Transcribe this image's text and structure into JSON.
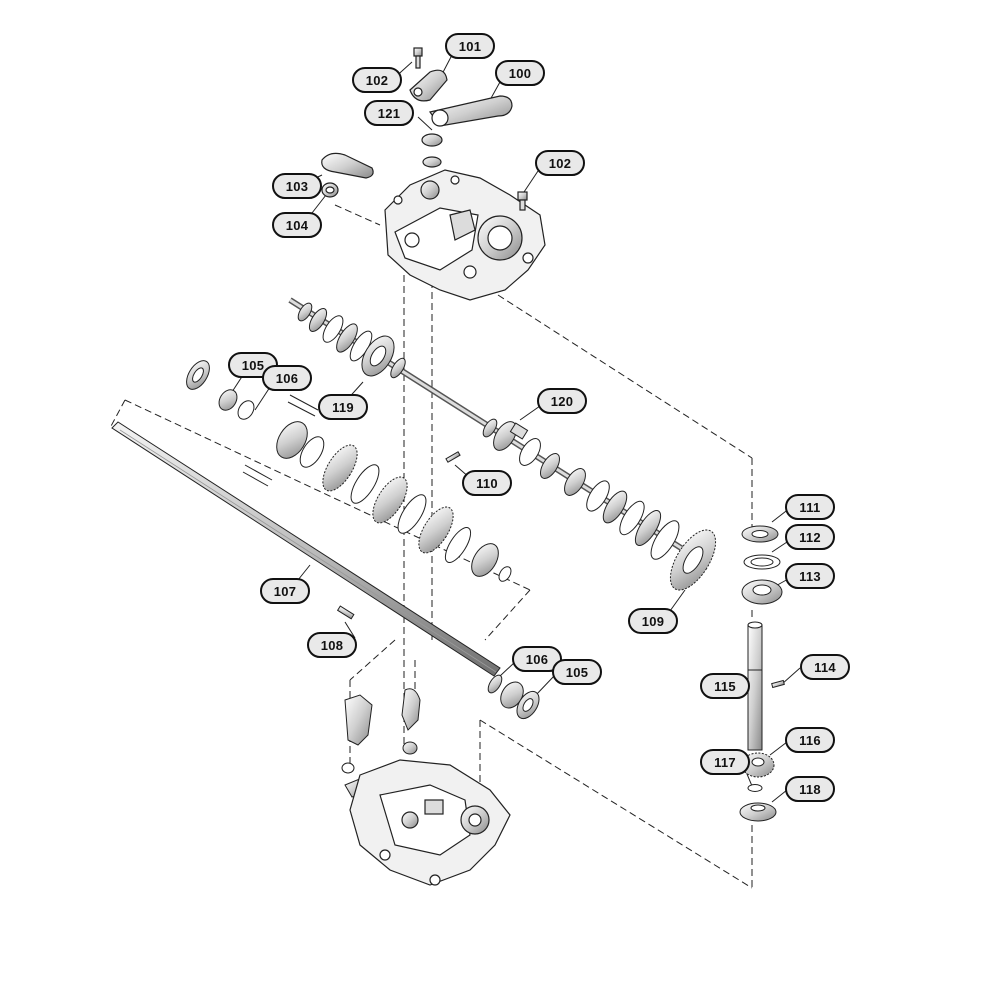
{
  "diagram": {
    "line_color": "#222222",
    "callout_fill": "#e9e9e9",
    "callouts": [
      {
        "id": "c100",
        "label": "100"
      },
      {
        "id": "c101",
        "label": "101"
      },
      {
        "id": "c102a",
        "label": "102"
      },
      {
        "id": "c102b",
        "label": "102"
      },
      {
        "id": "c121",
        "label": "121"
      },
      {
        "id": "c103",
        "label": "103"
      },
      {
        "id": "c104",
        "label": "104"
      },
      {
        "id": "c105a",
        "label": "105"
      },
      {
        "id": "c106a",
        "label": "106"
      },
      {
        "id": "c119",
        "label": "119"
      },
      {
        "id": "c120",
        "label": "120"
      },
      {
        "id": "c110",
        "label": "110"
      },
      {
        "id": "c111",
        "label": "111"
      },
      {
        "id": "c112",
        "label": "112"
      },
      {
        "id": "c113",
        "label": "113"
      },
      {
        "id": "c109",
        "label": "109"
      },
      {
        "id": "c107",
        "label": "107"
      },
      {
        "id": "c108",
        "label": "108"
      },
      {
        "id": "c106b",
        "label": "106"
      },
      {
        "id": "c105b",
        "label": "105"
      },
      {
        "id": "c114",
        "label": "114"
      },
      {
        "id": "c115",
        "label": "115"
      },
      {
        "id": "c116",
        "label": "116"
      },
      {
        "id": "c117",
        "label": "117"
      },
      {
        "id": "c118",
        "label": "118"
      }
    ]
  }
}
